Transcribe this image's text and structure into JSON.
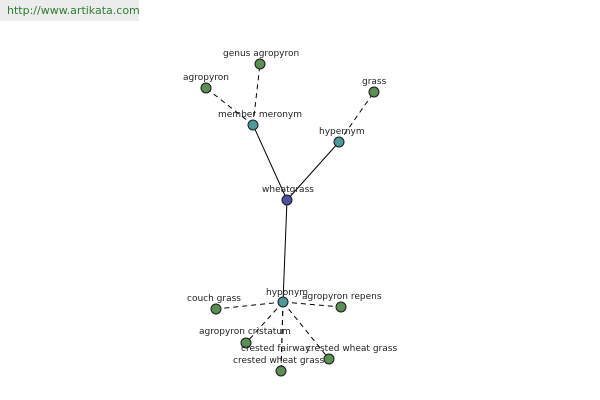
{
  "header": {
    "url": "http://www.artikata.com"
  },
  "colors": {
    "leaf": "#5b8f55",
    "relation": "#4a9a9a",
    "root": "#4a55a0"
  },
  "graph": {
    "nodes": [
      {
        "id": "wheatgrass",
        "label": "wheatgrass",
        "kind": "root"
      },
      {
        "id": "member_meronym",
        "label": "member meronym",
        "kind": "relation"
      },
      {
        "id": "hypernym",
        "label": "hypernym",
        "kind": "relation"
      },
      {
        "id": "hyponym",
        "label": "hyponym",
        "kind": "relation"
      },
      {
        "id": "genus_agropyron",
        "label": "genus agropyron",
        "kind": "leaf"
      },
      {
        "id": "agropyron",
        "label": "agropyron",
        "kind": "leaf"
      },
      {
        "id": "grass",
        "label": "grass",
        "kind": "leaf"
      },
      {
        "id": "couch_grass",
        "label": "couch grass",
        "kind": "leaf"
      },
      {
        "id": "agropyron_repens",
        "label": "agropyron repens",
        "kind": "leaf"
      },
      {
        "id": "agropyron_cristatum",
        "label": "agropyron cristatum",
        "kind": "leaf"
      },
      {
        "id": "crested_fairway",
        "label": "crested fairway",
        "kind": "leaf"
      },
      {
        "id": "crested_wheat_grass",
        "label": "crested wheat grass",
        "kind": "leaf"
      },
      {
        "id": "crested_wheatgrass_2",
        "label": "crested wheat grass",
        "kind": "leaf"
      }
    ],
    "edges": [
      {
        "from": "wheatgrass",
        "to": "member_meronym",
        "style": "solid"
      },
      {
        "from": "wheatgrass",
        "to": "hypernym",
        "style": "solid"
      },
      {
        "from": "wheatgrass",
        "to": "hyponym",
        "style": "solid"
      },
      {
        "from": "member_meronym",
        "to": "genus_agropyron",
        "style": "dashed"
      },
      {
        "from": "member_meronym",
        "to": "agropyron",
        "style": "dashed"
      },
      {
        "from": "hypernym",
        "to": "grass",
        "style": "dashed"
      },
      {
        "from": "hyponym",
        "to": "couch_grass",
        "style": "dashed"
      },
      {
        "from": "hyponym",
        "to": "agropyron_repens",
        "style": "dashed"
      },
      {
        "from": "hyponym",
        "to": "agropyron_cristatum",
        "style": "dashed"
      },
      {
        "from": "hyponym",
        "to": "crested_fairway",
        "style": "dashed"
      },
      {
        "from": "hyponym",
        "to": "crested_wheat_grass",
        "style": "dashed"
      },
      {
        "from": "hyponym",
        "to": "crested_wheatgrass_2",
        "style": "dashed"
      }
    ]
  }
}
